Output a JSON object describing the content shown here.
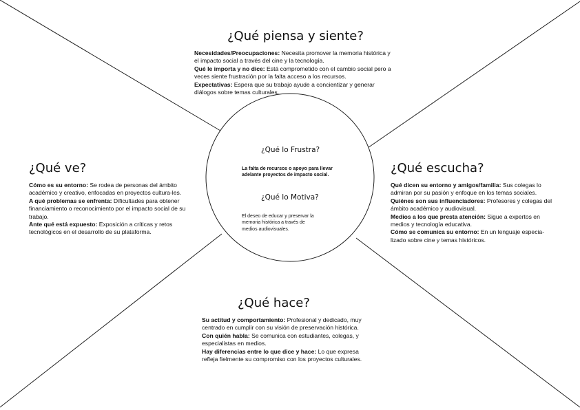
{
  "think_feel": {
    "title": "¿Qué piensa y siente?",
    "items": [
      {
        "label": "Necesidades/Preocupaciones:",
        "text": " Necesita promover la memoria histórica y el impacto social a través del cine y la tecnología."
      },
      {
        "label": "Qué le importa y no dice:",
        "text": " Está comprometido con el cambio social pero a veces siente frustración por la falta acceso a los recursos."
      },
      {
        "label": "Expectativas:",
        "text": " Espera que su trabajo ayude a concientizar y generar diálogos sobre temas culturales."
      }
    ]
  },
  "sees": {
    "title": "¿Qué ve?",
    "items": [
      {
        "label": "Cómo es su entorno:",
        "text": " Se rodea de personas del ámbito académico y creativo, enfocadas en proyectos cultura-les."
      },
      {
        "label": "A qué problemas se enfrenta:",
        "text": " Dificultades para obtener financiamiento o reconocimiento por el impacto social de su trabajo."
      },
      {
        "label": "Ante qué está expuesto:",
        "text": " Exposición a críticas y retos tecnológicos en el desarrollo de su plataforma."
      }
    ]
  },
  "hears": {
    "title": "¿Qué escucha?",
    "items": [
      {
        "label": "Qué dicen su entorno y amigos/familia:",
        "text": " Sus colegas lo admiran por su pasión y enfoque en los temas sociales."
      },
      {
        "label": "Quiénes son sus influenciadores:",
        "text": " Profesores y colegas del ámbito académico y audiovisual."
      },
      {
        "label": "Medios a los que presta atención:",
        "text": " Sigue a expertos en medios y tecnología educativa."
      },
      {
        "label": "Cómo se comunica su entorno:",
        "text": " En un lenguaje especia-lizado sobre cine y temas históricos."
      }
    ]
  },
  "does": {
    "title": "¿Qué hace?",
    "items": [
      {
        "label": "Su actitud y comportamiento:",
        "text": " Profesional y dedicado, muy centrado en cumplir con su visión de preservación histórica."
      },
      {
        "label": "Con quién habla:",
        "text": " Se comunica con estudiantes, colegas, y especialistas en medios."
      },
      {
        "label": "Hay diferencias entre lo que dice y hace:",
        "text": " Lo que expresa refleja fielmente su compromiso con los proyectos culturales."
      }
    ]
  },
  "center": {
    "frustrates_title": "¿Qué lo Frustra?",
    "frustrates_text": "La falta de recursos o apoyo para llevar adelante proyectos de impacto social.",
    "motivates_title": "¿Qué lo Motiva?",
    "motivates_text": "El deseo de educar y preservar la memoria histórica a través de medios audiovisuales."
  }
}
